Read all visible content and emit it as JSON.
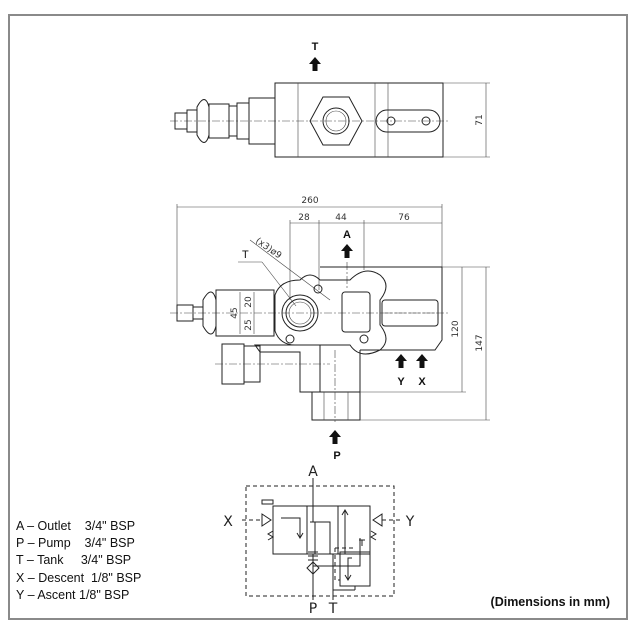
{
  "top_view": {
    "port_label": "T",
    "dim_height": "71"
  },
  "front_view": {
    "dim_overall": "260",
    "dim_a": "28",
    "dim_b": "44",
    "dim_c": "76",
    "hole_note": "(x3)ø9",
    "port_t": "T",
    "port_a": "A",
    "port_p": "P",
    "port_y": "Y",
    "port_x": "X",
    "dim_120": "120",
    "dim_147": "147",
    "dim_45": "45",
    "dim_20": "20",
    "dim_25": "25"
  },
  "schematic": {
    "a": "A",
    "p": "P",
    "t": "T",
    "x": "X",
    "y": "Y"
  },
  "legend": [
    "A – Outlet    3/4\" BSP",
    "P – Pump    3/4\" BSP",
    "T – Tank     3/4\" BSP",
    "X – Descent  1/8\" BSP",
    "Y – Ascent 1/8\" BSP"
  ],
  "note": "(Dimensions in mm)"
}
